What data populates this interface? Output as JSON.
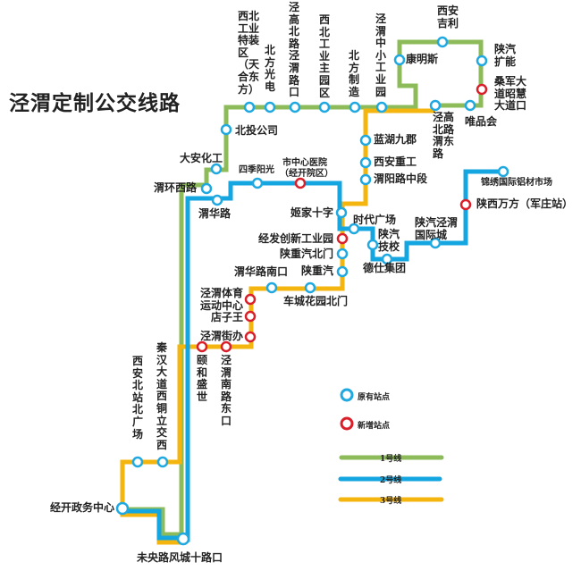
{
  "title": "泾渭定制公交线路",
  "colors": {
    "line1": "#8dbb5a",
    "line2": "#14a6e0",
    "line3": "#f5b50f",
    "existing": "#20a8e0",
    "new": "#d9202a"
  },
  "legend": {
    "existing": "原有站点",
    "new": "新增站点",
    "line1": "1号线",
    "line2": "2号线",
    "line3": "3号线"
  },
  "line1": {
    "stations": [
      "北投公司",
      "西北工业特装区（天合东方）",
      "北方光电",
      "泾高北路泾渭路口",
      "西北工业主园区",
      "北方制造",
      "泾渭中小工业园",
      "康明斯",
      "西安吉利",
      "陕汽扩能",
      "桑军大道昭慧大道口",
      "唯品会",
      "泾高北路渭东路",
      "大安化工",
      "渭环西路"
    ]
  },
  "line2": {
    "stations": [
      "渭华路",
      "四季阳光",
      "市中心医院（经开院区）",
      "姬家十字",
      "时代广场",
      "陕汽技校",
      "德仕集团",
      "陕汽泾渭国际城",
      "陕西万方（军庄站）",
      "锦绣国际铝材市场"
    ]
  },
  "line3": {
    "stations": [
      "蓝湖九郡",
      "西安重工",
      "渭阳路中段",
      "经发创新工业园",
      "陕重汽北门",
      "陕重汽",
      "车城花园北门",
      "渭华路南口",
      "泾渭体育运动中心",
      "店子王",
      "泾渭街办",
      "泾渭南路东口",
      "颐和盛世",
      "秦汉大道西铜立交西",
      "西安北站北广场"
    ]
  },
  "shared": {
    "jingkai": "经开政务中心",
    "weiyang": "未央路风城十路口"
  }
}
